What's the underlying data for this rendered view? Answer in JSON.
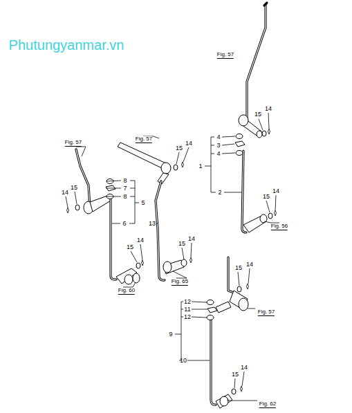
{
  "diagram": {
    "labels": [
      "Phutungyanmar.vn",
      "Fig. 57",
      "15",
      "14",
      "4",
      "3",
      "4",
      "1",
      "2",
      "15",
      "14",
      "Fig. 56",
      "Fig. 57",
      "Fig. 57",
      "15",
      "14",
      "8",
      "7",
      "8",
      "5",
      "15",
      "14",
      "6",
      "13",
      "15",
      "14",
      "15",
      "14",
      "Fig. 60",
      "Fig. 65",
      "15",
      "14",
      "12",
      "11",
      "12",
      "9",
      "Fig. 57",
      "10",
      "15",
      "14",
      "Fig. 62"
    ]
  }
}
